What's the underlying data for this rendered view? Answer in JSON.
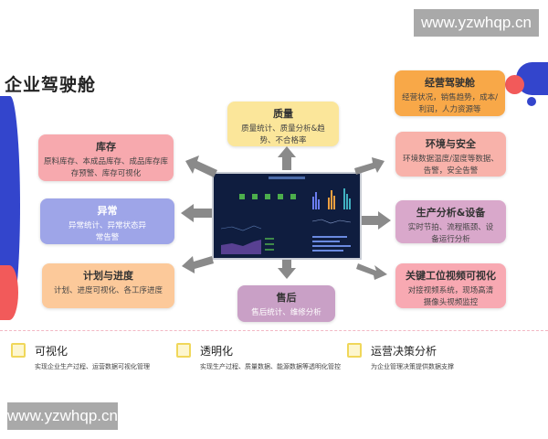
{
  "watermarks": {
    "top": "www.yzwhqp.cn",
    "bottom": "www.yzwhqp.cn"
  },
  "title": "企业驾驶舱",
  "colors": {
    "blue": "#3040c8",
    "red": "#f25a5a",
    "arrow": "#8a8a8a",
    "dashboard_bg": "#0f1d3f"
  },
  "modules": [
    {
      "title": "库存",
      "desc": "原料库存、本成品库存、成品库存库存预警、库存可视化",
      "color": "#f7a9ae"
    },
    {
      "title": "异常",
      "desc": "异常统计、异常状态异常告警",
      "color": "#9ea5e8"
    },
    {
      "title": "计划与进度",
      "desc": "计划、进度可视化、各工序进度",
      "color": "#fcc99a"
    },
    {
      "title": "质量",
      "desc": "质量统计、质量分析&趋势、不合格率",
      "color": "#fbe69a"
    },
    {
      "title": "售后",
      "desc": "售后统计、维修分析",
      "color": "#c9a0c6"
    },
    {
      "title": "经营驾驶舱",
      "desc": "经营状况，销售趋势，成本/利润，人力资源等",
      "color": "#f8a848"
    },
    {
      "title": "环境与安全",
      "desc": "环境数据温度/湿度等数据、告警，安全告警",
      "color": "#f8b2aa"
    },
    {
      "title": "生产分析&设备",
      "desc": "实时节拍、流程瓶颈、设备运行分析",
      "color": "#d9a8cb"
    },
    {
      "title": "关键工位视频可视化",
      "desc": "对接视频系统，现场高清摄像头视频监控",
      "color": "#f8a9b2"
    }
  ],
  "features": [
    {
      "title": "可视化",
      "desc": "实现企业生产过程、运营数据可视化管理",
      "icon": "presentation-board-icon"
    },
    {
      "title": "透明化",
      "desc": "实现生产过程、质量数据、能源数据等透明化管控",
      "icon": "line-chart-icon"
    },
    {
      "title": "运营决策分析",
      "desc": "为企业管理决策提供数据支撑",
      "icon": "calculator-icon"
    }
  ]
}
